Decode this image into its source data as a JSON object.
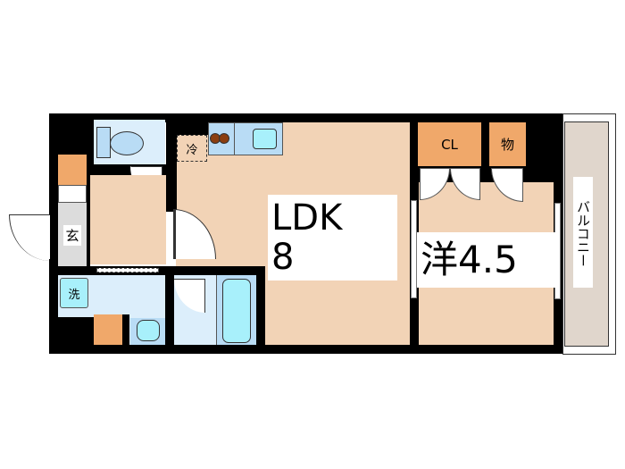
{
  "floorplan": {
    "rooms": {
      "ldk": {
        "name": "LDK",
        "size": "8"
      },
      "western": {
        "name": "洋",
        "size": "4.5",
        "label": "洋4.5"
      },
      "balcony": {
        "label": "バルコニー"
      },
      "closet": {
        "label": "CL"
      },
      "storage": {
        "label": "物"
      },
      "entrance": {
        "label": "玄"
      },
      "washer": {
        "label": "洗"
      },
      "fridge": {
        "label": "冷"
      }
    },
    "colors": {
      "room": "#f2d3b6",
      "wet_area": "#dceefb",
      "fixture": "#b9dcf5",
      "tub": "#a8f0fb",
      "storage": "#f0a86a",
      "entrance": "#dcdcdc",
      "balcony": "#e0d6cc",
      "wall": "#000000",
      "stove": "#8b3e10"
    }
  }
}
